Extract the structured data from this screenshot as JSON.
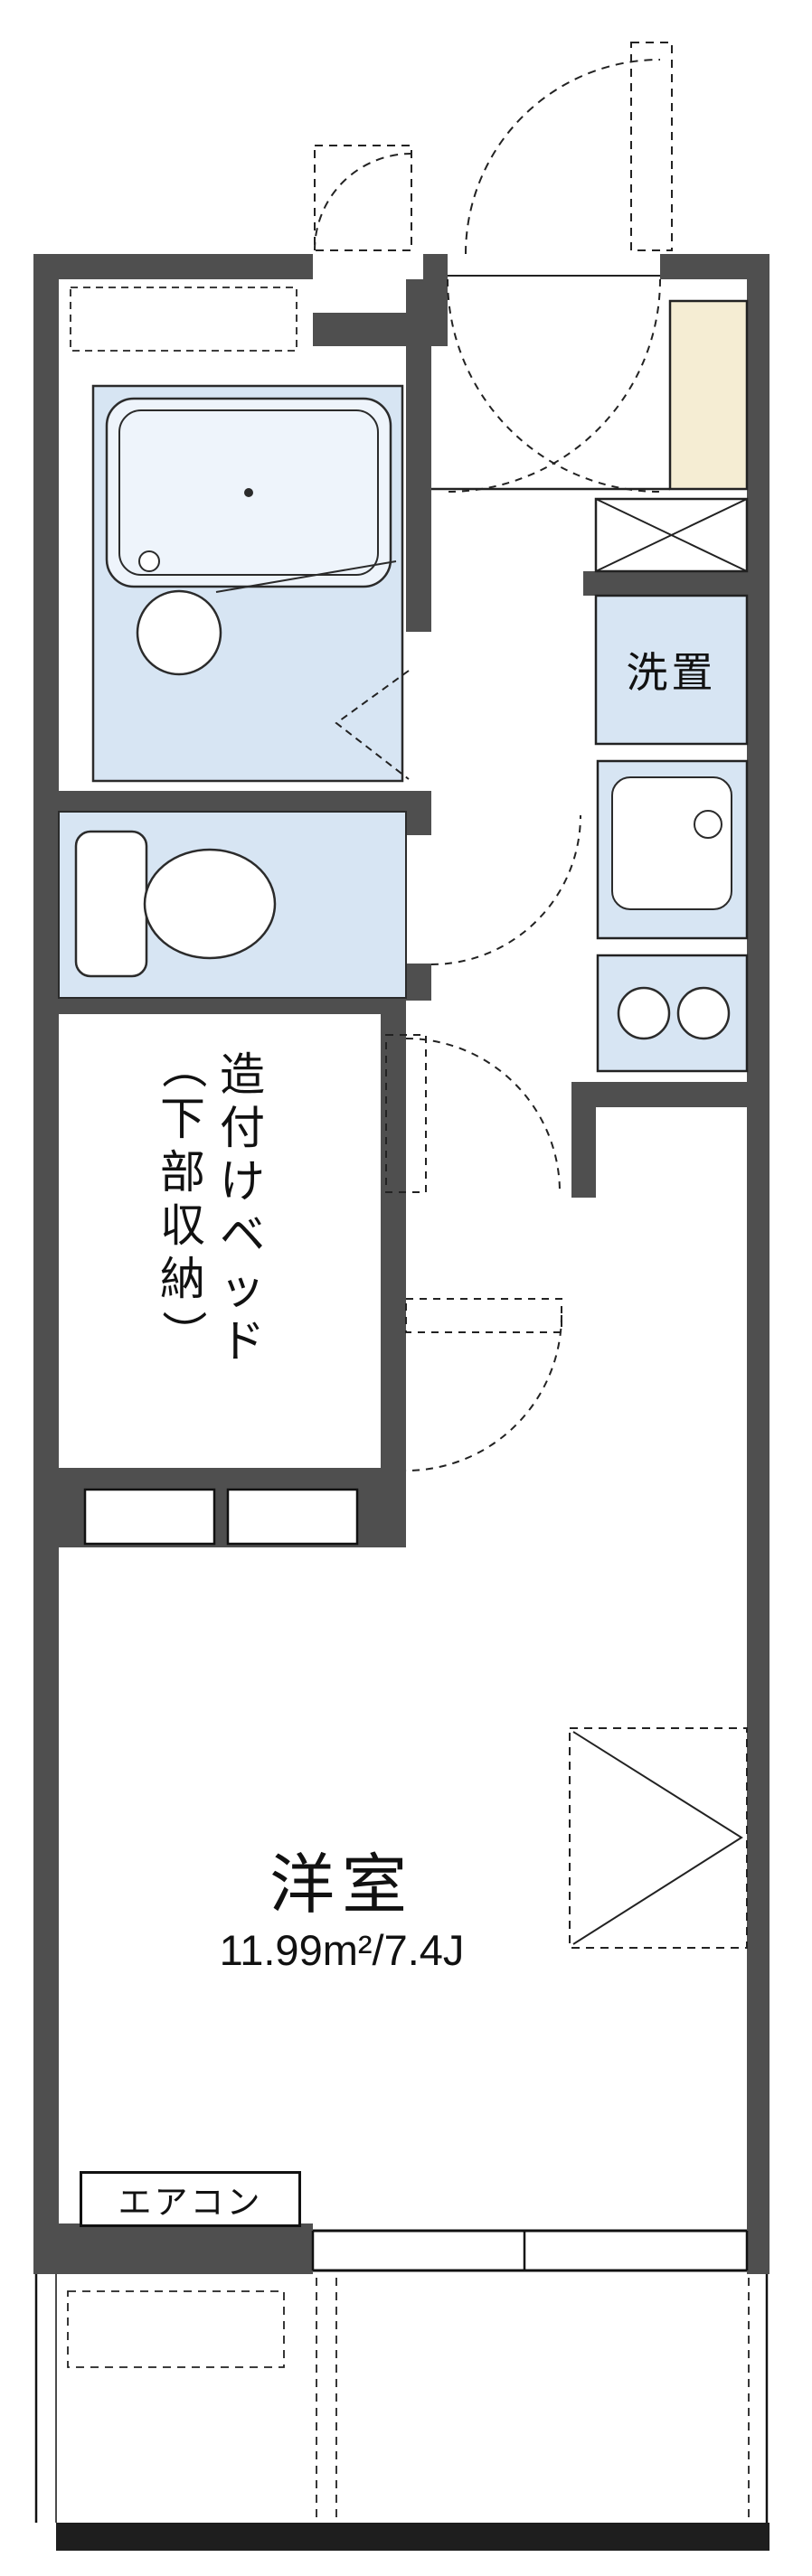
{
  "floorplan": {
    "type": "japanese-apartment-floor-plan"
  },
  "labels": {
    "laundry": "洗置",
    "bed_line1": "造付けベッド",
    "bed_line2": "（下部収納）",
    "room_name": "洋室",
    "room_area": "11.99m²/7.4J",
    "aircon": "エアコン"
  },
  "colors": {
    "wall": "#4f4f4f",
    "water_area_fill": "#d7e5f3",
    "bathtub_fill": "#eef4fb",
    "shoe_cabinet_fill": "#f5edd3",
    "balcony_rail": "#1e1e1e",
    "line": "#222222",
    "background": "#ffffff"
  },
  "fixtures": [
    "bathtub",
    "bath-stool",
    "toilet",
    "washer-pan",
    "laundry-space",
    "kitchen-sink",
    "kitchen-stove-2-burner",
    "shoe-cabinet",
    "built-in-bed-storage",
    "step-storage",
    "closet",
    "window",
    "balcony",
    "air-conditioner"
  ]
}
